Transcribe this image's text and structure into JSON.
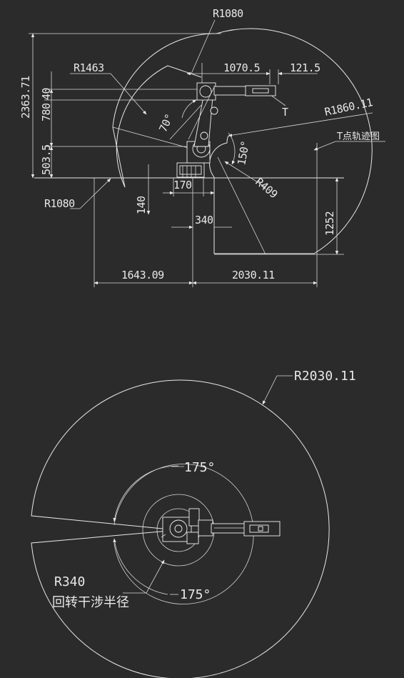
{
  "side_view": {
    "labels": {
      "r1080_top": "R1080",
      "r1463": "R1463",
      "d1070_5": "1070.5",
      "d121_5": "121.5",
      "r1860": "R1860.11",
      "t_mark": "T",
      "t_trajectory": "T点轨迹图",
      "d2363": "2363.71",
      "d780": "780",
      "d40": "40",
      "d503": "503.5",
      "a70": "70°",
      "a150": "150°",
      "d170": "170",
      "r409": "R409",
      "r1080_bottom": "R1080",
      "d140": "140",
      "d340": "340",
      "d1252": "1252",
      "d1643": "1643.09",
      "d2030": "2030.11"
    }
  },
  "top_view": {
    "labels": {
      "r2030": "R2030.11",
      "a175_top": "175°",
      "a175_bottom": "175°",
      "r340": "R340",
      "interference": "回转干涉半径"
    }
  }
}
